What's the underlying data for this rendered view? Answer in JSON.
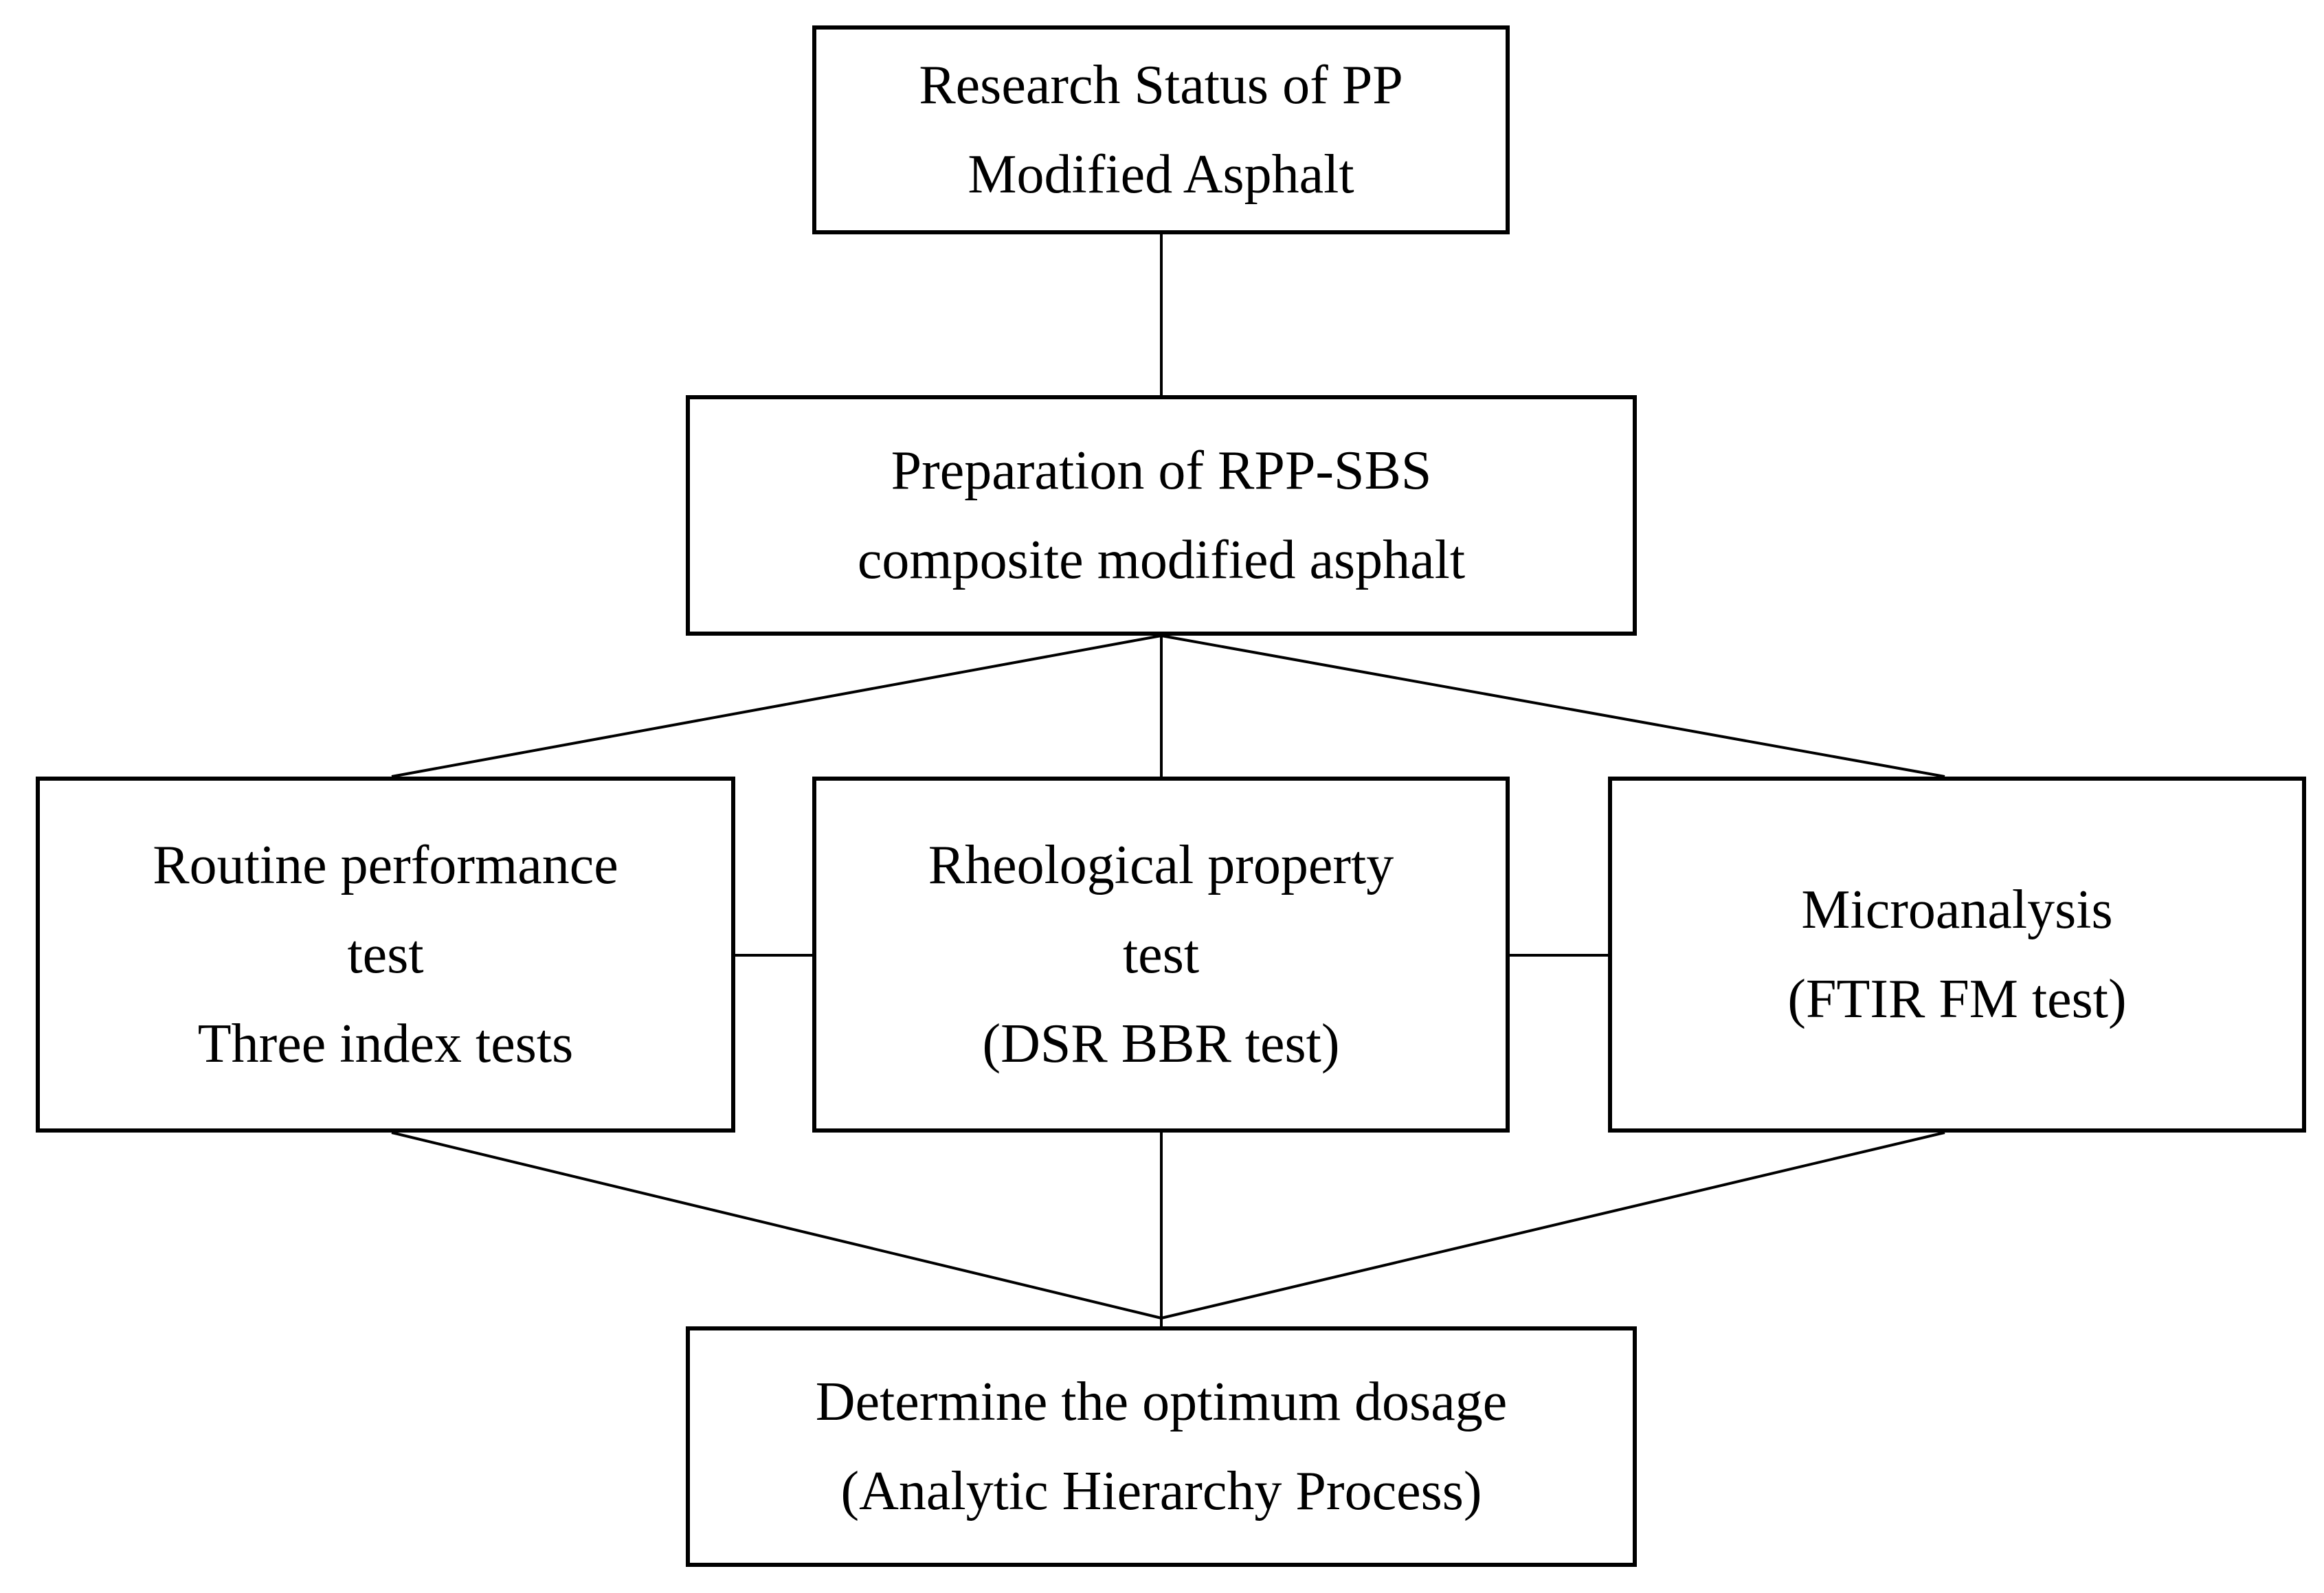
{
  "nodes": {
    "research_status": {
      "lines": [
        "Research Status of PP",
        "Modified Asphalt"
      ]
    },
    "preparation": {
      "lines": [
        "Preparation of RPP-SBS",
        "composite modified asphalt"
      ]
    },
    "routine_test": {
      "lines": [
        "Routine performance",
        "test",
        "Three index tests"
      ]
    },
    "rheological_test": {
      "lines": [
        "Rheological property",
        "test",
        "(DSR BBR test)"
      ]
    },
    "microanalysis": {
      "lines": [
        "Microanalysis",
        "(FTIR FM test)"
      ]
    },
    "optimum_dosage": {
      "lines": [
        "Determine the optimum dosage",
        "(Analytic Hierarchy Process)"
      ]
    }
  },
  "edges": [
    {
      "from": "research_status",
      "to": "preparation"
    },
    {
      "from": "preparation",
      "to": "routine_test"
    },
    {
      "from": "preparation",
      "to": "rheological_test"
    },
    {
      "from": "preparation",
      "to": "microanalysis"
    },
    {
      "from": "routine_test",
      "to": "rheological_test"
    },
    {
      "from": "rheological_test",
      "to": "microanalysis"
    },
    {
      "from": "routine_test",
      "to": "optimum_dosage"
    },
    {
      "from": "rheological_test",
      "to": "optimum_dosage"
    },
    {
      "from": "microanalysis",
      "to": "optimum_dosage"
    }
  ]
}
